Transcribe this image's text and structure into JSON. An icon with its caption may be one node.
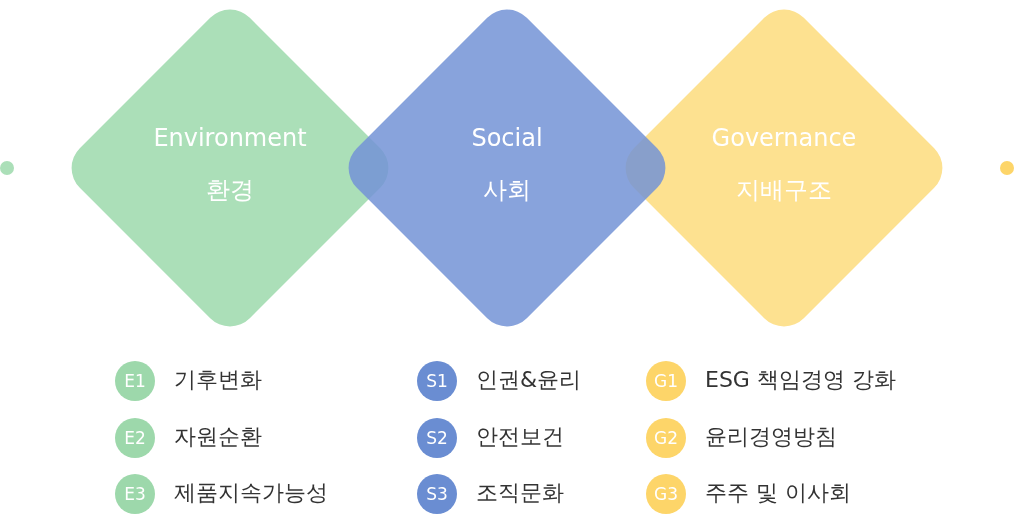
{
  "diagram": {
    "nodes": [
      {
        "text": [
          "Environment",
          "환경"
        ]
      },
      {
        "text": [
          "Social",
          "사회"
        ]
      },
      {
        "text": [
          "Governance",
          "지배구조"
        ]
      },
      {
        "text": [
          "E1"
        ],
        "beside": [
          "기후변화"
        ]
      },
      {
        "text": [
          "S1"
        ],
        "beside": [
          "인권&윤리"
        ]
      },
      {
        "text": [
          "G1"
        ],
        "beside": [
          "ESG 책임경영 강화"
        ]
      },
      {
        "text": [
          "E2"
        ],
        "beside": [
          "자원순환"
        ]
      },
      {
        "text": [
          "S2"
        ],
        "beside": [
          "안전보건"
        ]
      },
      {
        "text": [
          "G2"
        ],
        "beside": [
          "윤리경영방침"
        ]
      },
      {
        "text": [
          "E3"
        ],
        "beside": [
          "제품지속가능성"
        ]
      },
      {
        "text": [
          "S3"
        ],
        "beside": [
          "조직문화"
        ]
      },
      {
        "text": [
          "G3"
        ],
        "beside": [
          "주주 및 이사회"
        ]
      }
    ],
    "edges": []
  }
}
